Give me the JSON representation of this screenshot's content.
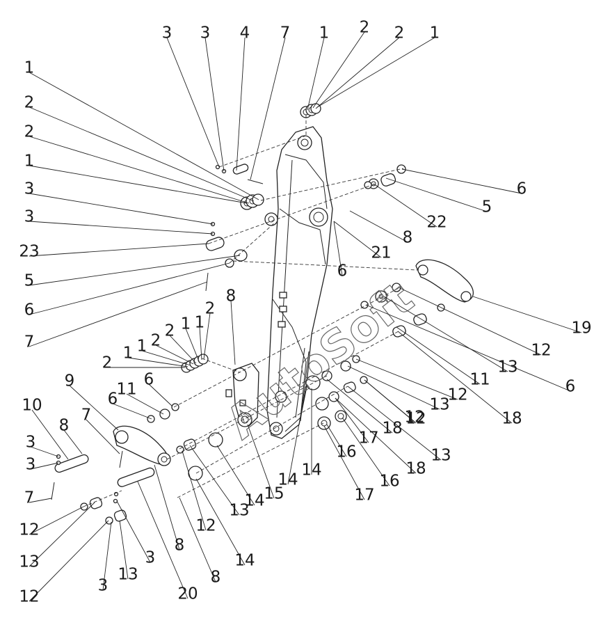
{
  "watermark": "AutoSoft",
  "callouts": [
    "3",
    "3",
    "4",
    "7",
    "1",
    "2",
    "2",
    "1",
    "1",
    "2",
    "2",
    "1",
    "3",
    "3",
    "23",
    "5",
    "6",
    "7",
    "6",
    "5",
    "22",
    "8",
    "21",
    "6",
    "19",
    "12",
    "13",
    "6",
    "11",
    "18",
    "12",
    "13",
    "12",
    "8",
    "2",
    "1",
    "1",
    "2",
    "2",
    "1",
    "1",
    "2",
    "9",
    "6",
    "11",
    "6",
    "10",
    "8",
    "7",
    "3",
    "3",
    "7",
    "12",
    "13",
    "12",
    "3",
    "13",
    "3",
    "8",
    "20",
    "8",
    "14",
    "12",
    "13",
    "14",
    "15",
    "14",
    "14",
    "17",
    "16",
    "17",
    "16",
    "18",
    "18",
    "13",
    "12"
  ]
}
